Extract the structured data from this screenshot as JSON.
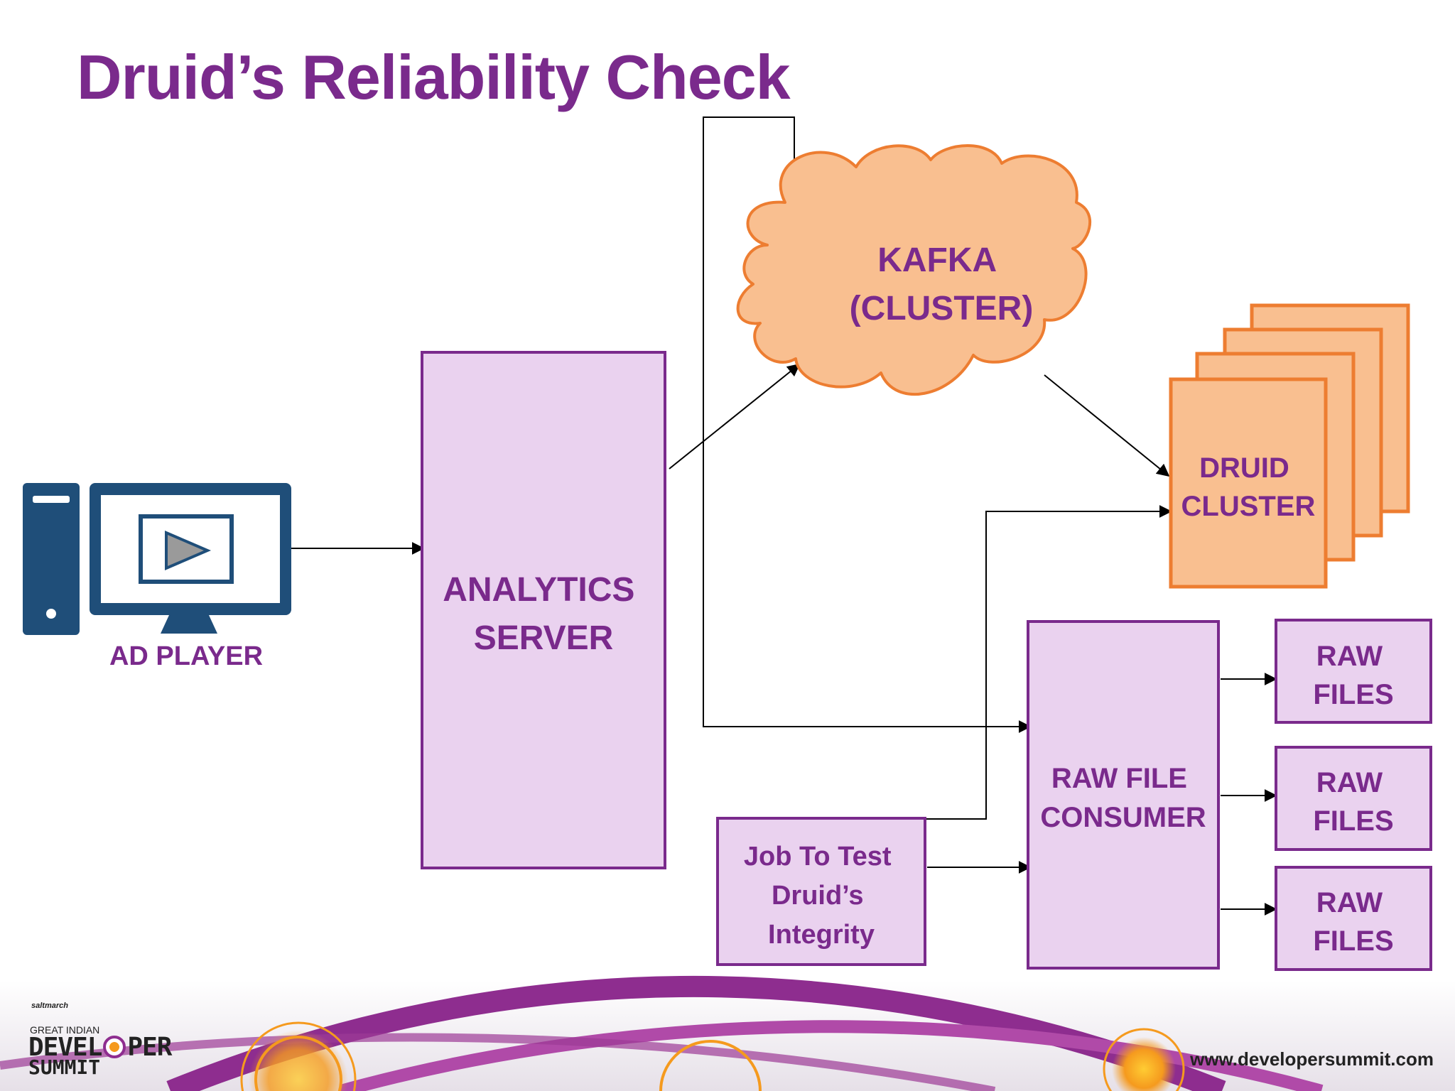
{
  "slide": {
    "title": "Druid’s Reliability Check"
  },
  "nodes": {
    "ad_player": "AD PLAYER",
    "analytics_server": [
      "ANALYTICS",
      "SERVER"
    ],
    "kafka": [
      "KAFKA",
      "(CLUSTER)"
    ],
    "druid_cluster": [
      "DRUID",
      "CLUSTER"
    ],
    "raw_file_consumer": [
      "RAW FILE",
      "CONSUMER"
    ],
    "job": [
      "Job To Test",
      "Druid’s",
      "Integrity"
    ],
    "raw_files": [
      [
        "RAW",
        "FILES"
      ],
      [
        "RAW",
        "FILES"
      ],
      [
        "RAW",
        "FILES"
      ]
    ]
  },
  "footer": {
    "url": "www.developersummit.com",
    "logo_saltmarch": "saltmarch",
    "logo_great_indian": "GREAT INDIAN",
    "logo_devel": "DEVEL",
    "logo_per": "PER",
    "logo_summit": "SUMMIT"
  },
  "colors": {
    "title": "#7a2a8c",
    "purple_fill": "#ead2ef",
    "purple_stroke": "#7a2a8c",
    "orange_fill": "#f9bf90",
    "orange_stroke": "#ed7d31",
    "monitor": "#1f4e79"
  }
}
